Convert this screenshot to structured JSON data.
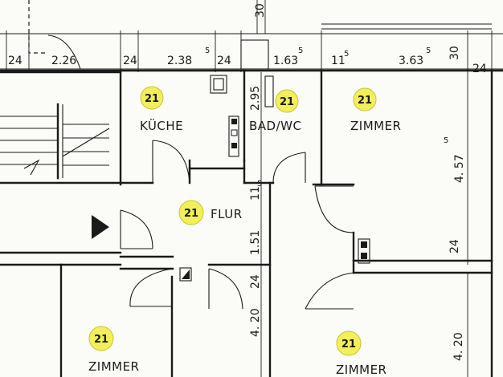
{
  "dimensions": {
    "top_30": "30",
    "d_24a": "24",
    "d_226": "2.26",
    "d_24b": "24",
    "d_238": "2.38",
    "d_238_sup": "5",
    "d_24c": "24",
    "d_163": "1.63",
    "d_163_sup": "5",
    "d_11": "11",
    "d_11_sup": "5",
    "d_363": "3.63",
    "d_363_sup": "5",
    "d_30": "30",
    "d_24d": "24",
    "d_295": "2.95",
    "d_457": "4. 57",
    "d_457_sup": "5",
    "d_11b": "11",
    "d_11b_sup": "5",
    "d_151": "1.51",
    "d_24e": "24",
    "d_24f": "24",
    "d_420a": "4. 20",
    "d_420b": "4. 20"
  },
  "rooms": {
    "kueche": "KÜCHE",
    "badwc": "BAD/WC",
    "zimmer_top": "ZIMMER",
    "flur": "FLUR",
    "zimmer_bl": "ZIMMER",
    "zimmer_br": "ZIMMER"
  },
  "badges": {
    "kueche": "21",
    "badwc": "21",
    "zimmer_top": "21",
    "flur": "21",
    "zimmer_bl": "21",
    "zimmer_br": "21"
  },
  "colors": {
    "badge_fill": "#f2ef5a",
    "line": "#1a1a1a"
  }
}
